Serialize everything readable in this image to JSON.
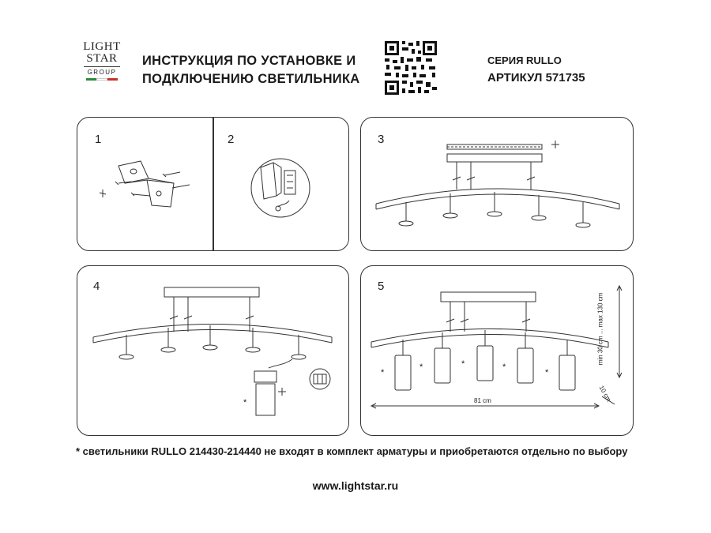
{
  "logo": {
    "line1": "LIGHT",
    "line2": "STAR",
    "line3": "GROUP"
  },
  "header": {
    "title_line1": "ИНСТРУКЦИЯ ПО УСТАНОВКЕ И",
    "title_line2": "ПОДКЛЮЧЕНИЮ СВЕТИЛЬНИКА",
    "series": "СЕРИЯ RULLO",
    "article": "АРТИКУЛ 571735"
  },
  "steps": [
    "1",
    "2",
    "3",
    "4",
    "5"
  ],
  "marks": {
    "asterisk": "*"
  },
  "dimensions": {
    "width": "81 cm",
    "height": "min 30 cm ... max 130 cm",
    "depth": "10 cm"
  },
  "footnote": "* светильники RULLO 214430-214440 не входят в комплект арматуры и приобретаются отдельно по выбору",
  "website": "www.lightstar.ru",
  "colors": {
    "line": "#333333",
    "flag_green": "#2e8b3d",
    "flag_red": "#c8302c"
  }
}
